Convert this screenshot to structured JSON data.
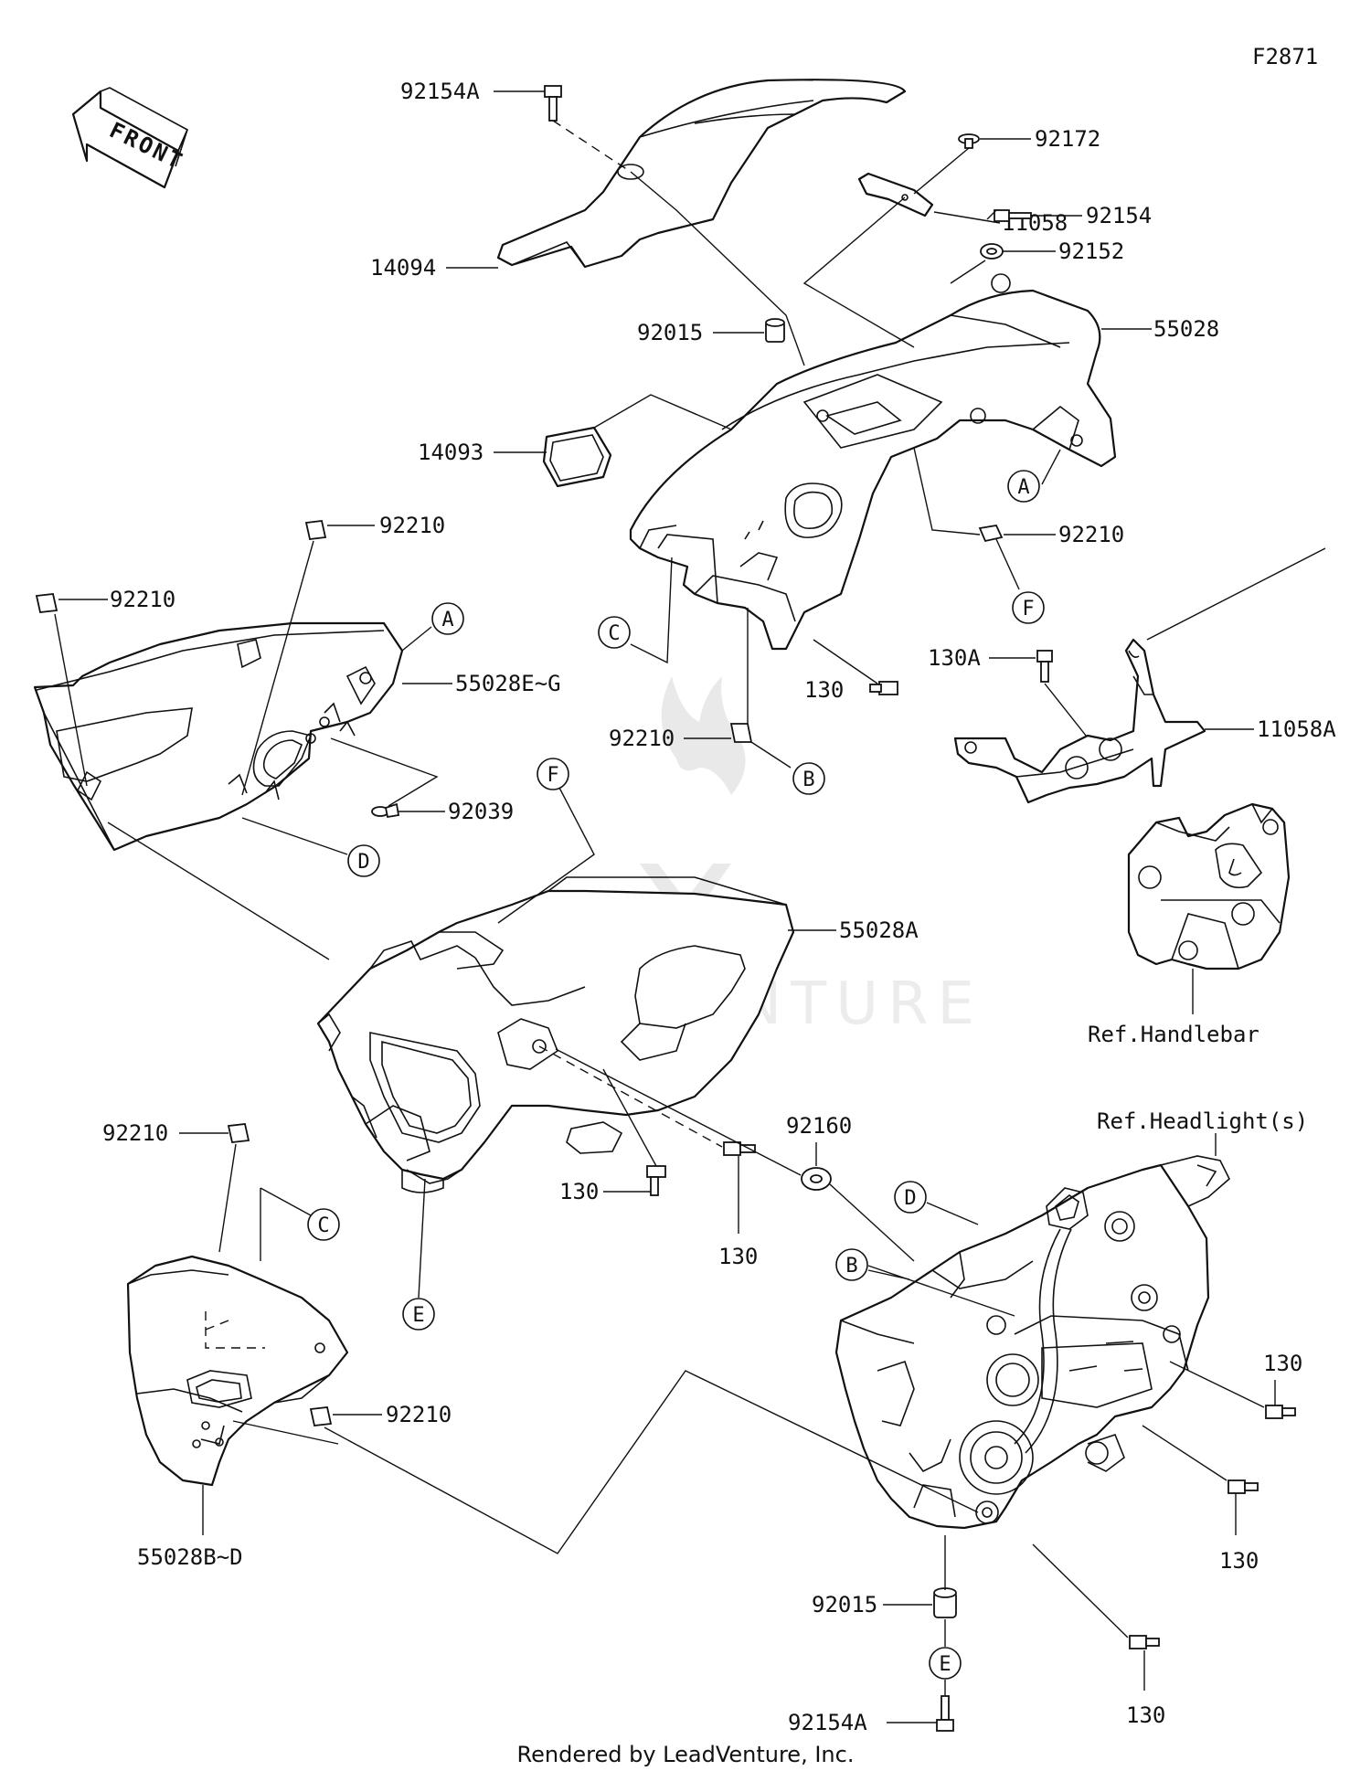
{
  "figure_code": "F2871",
  "front_label": "FRONT",
  "credit": "Rendered by LeadVenture, Inc.",
  "watermark": "LEADVENTURE",
  "labels": {
    "p92154A_top": "92154A",
    "p14094": "14094",
    "p92015_top": "92015",
    "p14093": "14093",
    "p92210_a": "92210",
    "p92210_b": "92210",
    "p55028EG": "55028E~G",
    "p92039": "92039",
    "p92172": "92172",
    "p11058": "11058",
    "p92154": "92154",
    "p92152": "92152",
    "p55028": "55028",
    "p92210_c": "92210",
    "p130_a": "130",
    "p92210_d": "92210",
    "p130A": "130A",
    "p11058A": "11058A",
    "ref_handlebar": "Ref.Handlebar",
    "p55028A": "55028A",
    "p92160": "92160",
    "ref_headlight": "Ref.Headlight(s)",
    "p92210_e": "92210",
    "p130_b": "130",
    "p130_c": "130",
    "p92210_f": "92210",
    "p55028BD": "55028B~D",
    "p130_d": "130",
    "p130_e": "130",
    "p92015_bot": "92015",
    "p130_f": "130",
    "p92154A_bot": "92154A"
  },
  "callouts": {
    "A1": "A",
    "A2": "A",
    "B1": "B",
    "B2": "B",
    "C1": "C",
    "C2": "C",
    "D1": "D",
    "D2": "D",
    "E1": "E",
    "E2": "E",
    "F1": "F",
    "F2": "F"
  }
}
